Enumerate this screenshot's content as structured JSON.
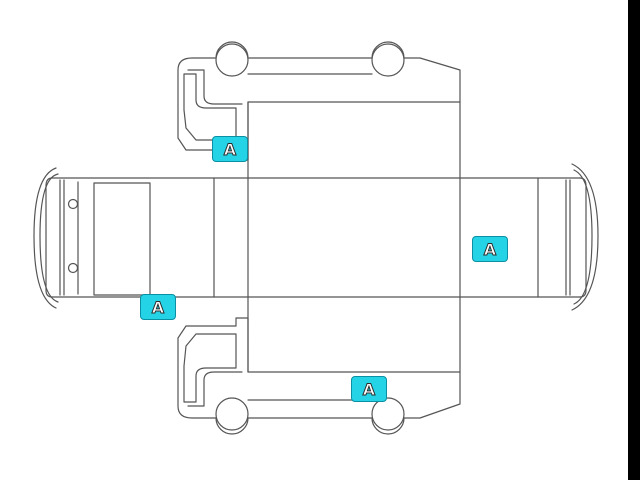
{
  "colors": {
    "line": "#555555",
    "marker_fill": "#24d3e6",
    "marker_border": "#0a8fa3",
    "background": "#ffffff"
  },
  "markers": [
    {
      "label": "A"
    },
    {
      "label": "A"
    },
    {
      "label": "A"
    },
    {
      "label": "A"
    }
  ]
}
